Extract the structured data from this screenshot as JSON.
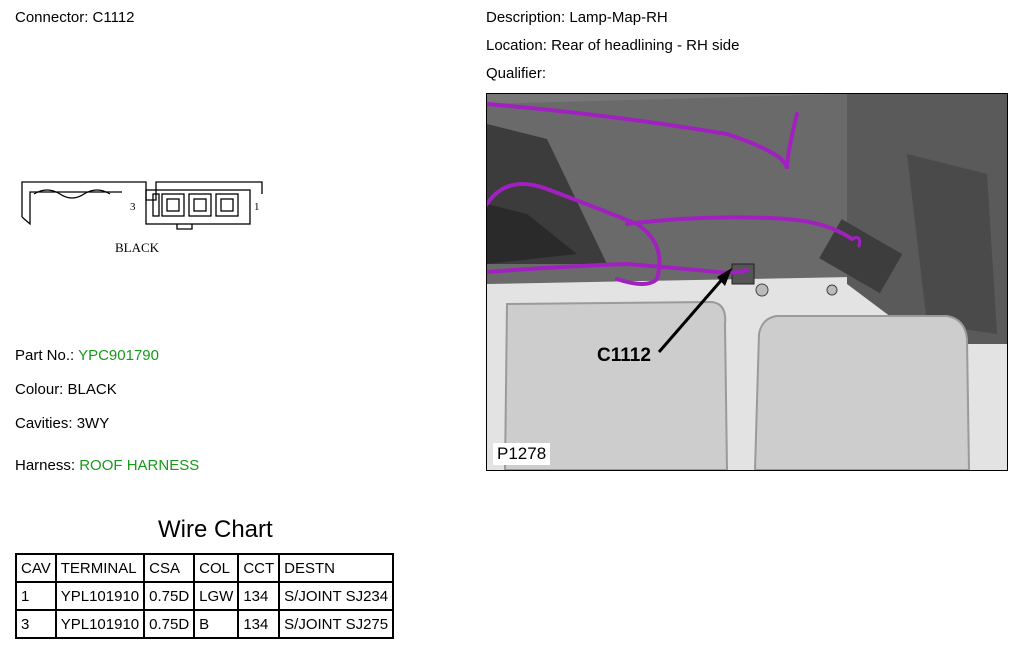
{
  "connector": {
    "label": "Connector:",
    "value": "C1112"
  },
  "description": {
    "label": "Description:",
    "value": "Lamp-Map-RH"
  },
  "location": {
    "label": "Location:",
    "value": "Rear of headlining - RH side"
  },
  "qualifier": {
    "label": "Qualifier:",
    "value": ""
  },
  "diagram": {
    "pin_left": "3",
    "pin_right": "1",
    "colour_label": "BLACK"
  },
  "part_no": {
    "label": "Part No.:",
    "value": "YPC901790"
  },
  "colour": {
    "label": "Colour:",
    "value": "BLACK"
  },
  "cavities": {
    "label": "Cavities:",
    "value": "3WY"
  },
  "harness": {
    "label": "Harness:",
    "value": "ROOF HARNESS"
  },
  "wire_chart": {
    "title": "Wire Chart",
    "headers": [
      "CAV",
      "TERMINAL",
      "CSA",
      "COL",
      "CCT",
      "DESTN"
    ],
    "rows": [
      [
        "1",
        "YPL101910",
        "0.75D",
        "LGW",
        "134",
        "S/JOINT SJ234"
      ],
      [
        "3",
        "YPL101910",
        "0.75D",
        "B",
        "134",
        "S/JOINT SJ275"
      ]
    ]
  },
  "photo": {
    "callout": "C1112",
    "ref": "P1278",
    "wire_color": "#a020c0"
  },
  "colors": {
    "link_green": "#179a1a"
  }
}
